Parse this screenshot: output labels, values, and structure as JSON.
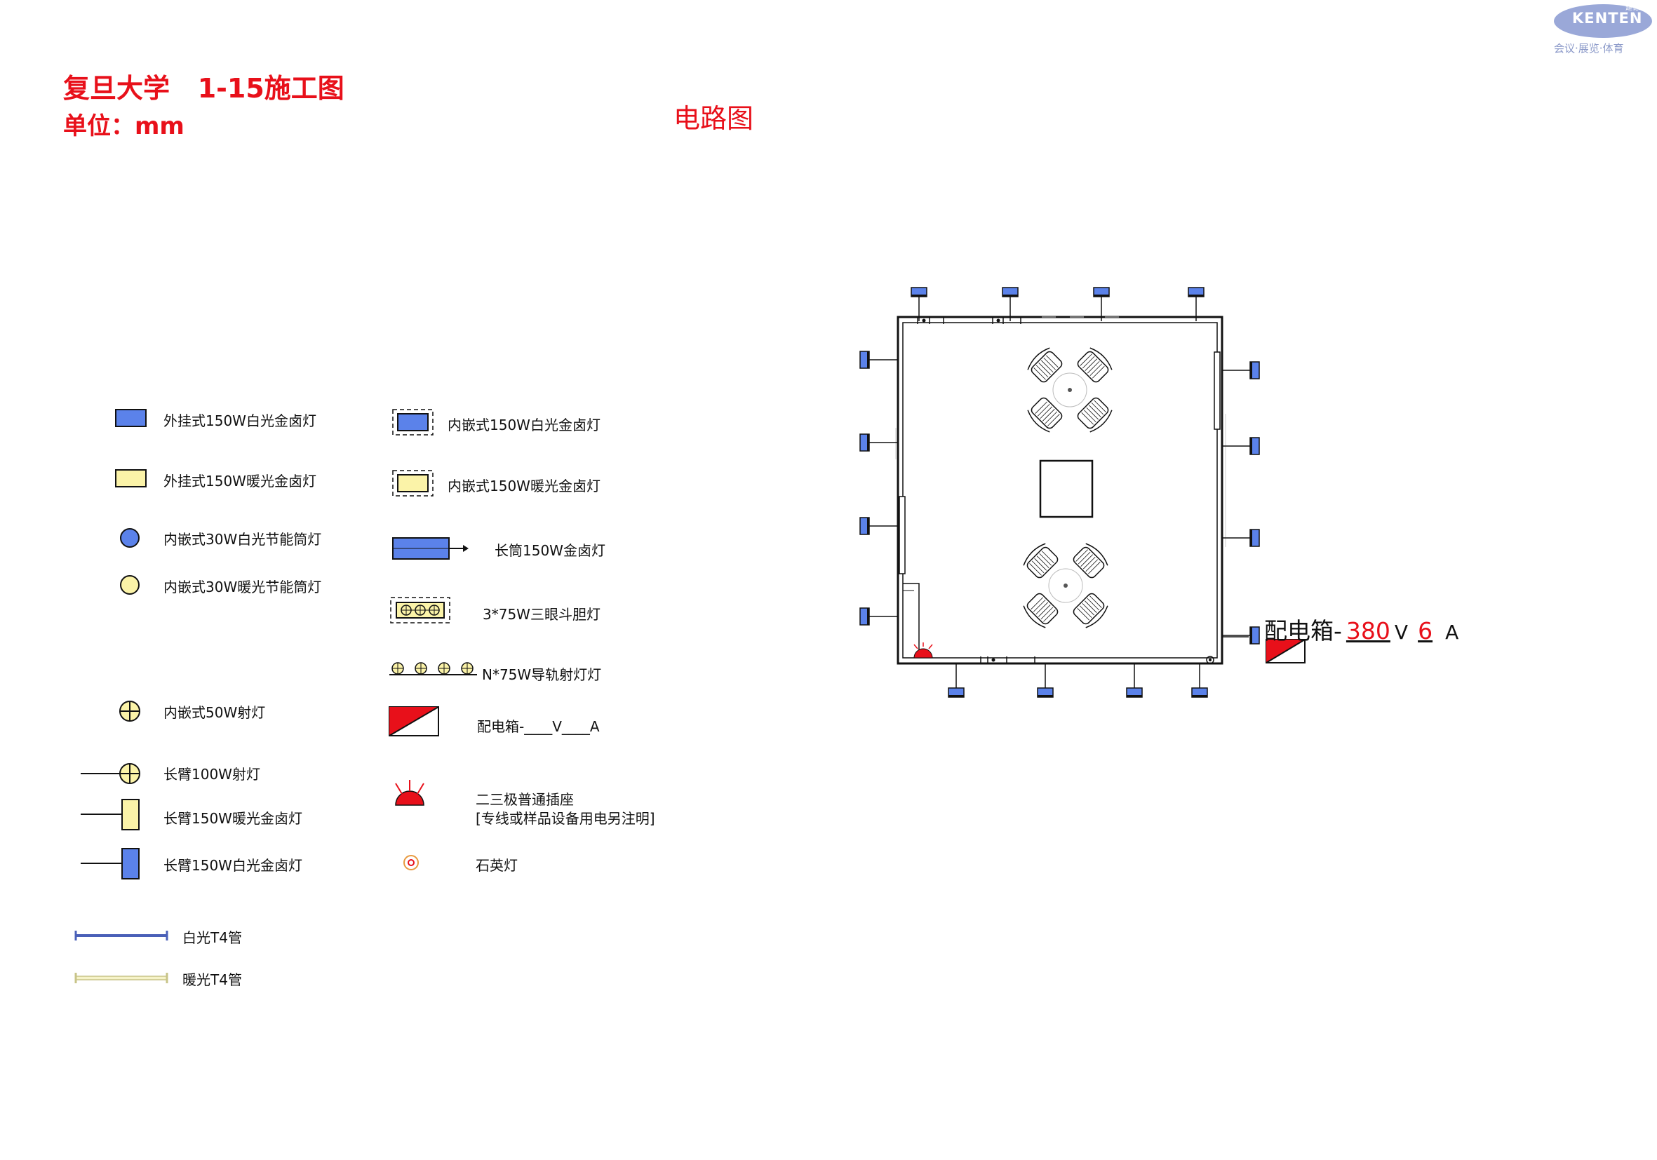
{
  "header": {
    "project": "复旦大学   1-15施工图",
    "unit": "单位：mm",
    "drawing_title": "电路图"
  },
  "logo": {
    "brand": "KENTEN",
    "small_mark": "建德",
    "tagline": "会议·展览·体育",
    "color": "#9aa8d8"
  },
  "legend": {
    "left": [
      {
        "symbol": "surface-white-halogen-icon",
        "label": "外挂式150W白光金卤灯"
      },
      {
        "symbol": "surface-warm-halogen-icon",
        "label": "外挂式150W暖光金卤灯"
      },
      {
        "symbol": "recessed-white-downlight-icon",
        "label": "内嵌式30W白光节能筒灯"
      },
      {
        "symbol": "recessed-warm-downlight-icon",
        "label": "内嵌式30W暖光节能筒灯"
      },
      {
        "symbol": "recessed-spotlight-icon",
        "label": "内嵌式50W射灯"
      },
      {
        "symbol": "long-arm-spotlight-icon",
        "label": "长臂100W射灯"
      },
      {
        "symbol": "long-arm-warm-halogen-icon",
        "label": "长臂150W暖光金卤灯"
      },
      {
        "symbol": "long-arm-white-halogen-icon",
        "label": "长臂150W白光金卤灯"
      },
      {
        "symbol": "white-t4-tube-icon",
        "label": "白光T4管"
      },
      {
        "symbol": "warm-t4-tube-icon",
        "label": "暖光T4管"
      }
    ],
    "right": [
      {
        "symbol": "recessed-white-halogen-icon",
        "label": "内嵌式150W白光金卤灯"
      },
      {
        "symbol": "recessed-warm-halogen-icon",
        "label": "内嵌式150W暖光金卤灯"
      },
      {
        "symbol": "long-tube-halogen-icon",
        "label": "长筒150W金卤灯"
      },
      {
        "symbol": "triple-grille-lamp-icon",
        "label": "3*75W三眼斗胆灯"
      },
      {
        "symbol": "track-spotlight-icon",
        "label": "N*75W导轨射灯灯"
      },
      {
        "symbol": "distribution-box-icon",
        "label": "配电箱-____V____A"
      },
      {
        "symbol": "socket-icon",
        "label": "二三极普通插座"
      },
      {
        "symbol": "socket-note",
        "label": "[专线或样品设备用电另注明]"
      },
      {
        "symbol": "quartz-lamp-icon",
        "label": "石英灯"
      }
    ]
  },
  "plan": {
    "distribution_box": {
      "prefix": "配电箱-",
      "voltage": "380",
      "v_unit": "V",
      "current": "6",
      "a_unit": "A"
    }
  },
  "colors": {
    "accent_red": "#e8101a",
    "lamp_blue": "#5b82ea",
    "lamp_warm": "#fbf3a8",
    "tube_blue": "#4a60b8",
    "tube_warm": "#e8e6a8"
  }
}
